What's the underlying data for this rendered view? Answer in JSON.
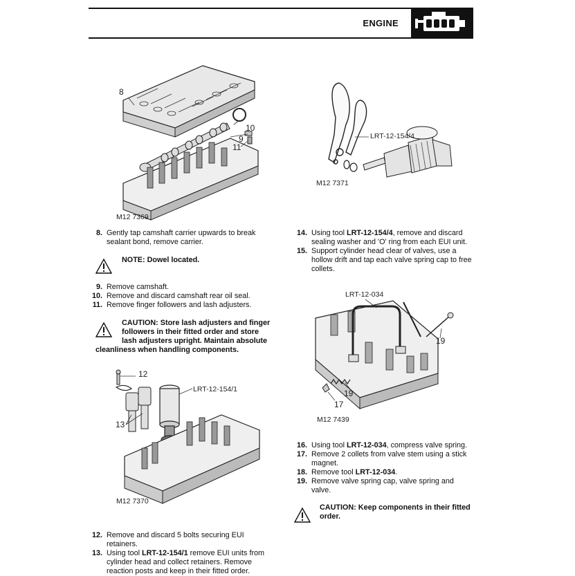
{
  "header": {
    "title": "ENGINE",
    "icon": "engine-icon"
  },
  "figures": {
    "fig1": {
      "code": "M12 7369",
      "callouts": [
        "8",
        "10",
        "9",
        "11"
      ]
    },
    "fig2": {
      "code": "M12 7371",
      "tool_label": "LRT-12-154/4"
    },
    "fig3": {
      "code": "M12 7370",
      "tool_label": "LRT-12-154/1",
      "callouts": [
        "12",
        "13"
      ]
    },
    "fig4": {
      "code": "M12 7439",
      "tool_label": "LRT-12-034",
      "callouts": [
        "19",
        "19",
        "17"
      ]
    }
  },
  "left_column": {
    "step8": {
      "num": "8.",
      "line1": "Gently tap camshaft carrier upwards to break",
      "line2": "sealant bond, remove carrier."
    },
    "note1": "NOTE: Dowel located.",
    "step9": {
      "num": "9.",
      "text": "Remove camshaft."
    },
    "step10": {
      "num": "10.",
      "text": "Remove and discard camshaft rear oil seal."
    },
    "step11": {
      "num": "11.",
      "text": "Remove finger followers and lash adjusters."
    },
    "caution1": {
      "line1": "CAUTION: Store lash adjusters and finger",
      "line2": "followers in their fitted order and store",
      "line3": "lash adjusters upright. Maintain absolute",
      "line4": "cleanliness when handling components."
    },
    "step12": {
      "num": "12.",
      "line1": "Remove and discard 5 bolts securing EUI",
      "line2": "retainers."
    },
    "step13": {
      "num": "13.",
      "pre": "Using tool ",
      "tool": "LRT-12-154/1",
      "post": " remove EUI units from",
      "line2": "cylinder head and collect retainers. Remove",
      "line3": "reaction posts and keep in their fitted order."
    }
  },
  "right_column": {
    "step14": {
      "num": "14.",
      "pre": "Using tool ",
      "tool": "LRT-12-154/4",
      "post": ", remove and discard",
      "line2": "sealing washer and 'O' ring from each EUI unit."
    },
    "step15": {
      "num": "15.",
      "line1": "Support cylinder head clear of valves, use a",
      "line2": "hollow drift and tap each valve spring cap to free",
      "line3": "collets."
    },
    "step16": {
      "num": "16.",
      "pre": "Using tool ",
      "tool": "LRT-12-034",
      "post": ", compress valve spring."
    },
    "step17": {
      "num": "17.",
      "line1": "Remove 2 collets from valve stem using a stick",
      "line2": "magnet."
    },
    "step18": {
      "num": "18.",
      "pre": "Remove tool ",
      "tool": "LRT-12-034",
      "post": "."
    },
    "step19": {
      "num": "19.",
      "line1": "Remove valve spring cap, valve spring and",
      "line2": "valve."
    },
    "caution2": {
      "line1": "CAUTION: Keep components in their fitted",
      "line2": "order."
    }
  }
}
